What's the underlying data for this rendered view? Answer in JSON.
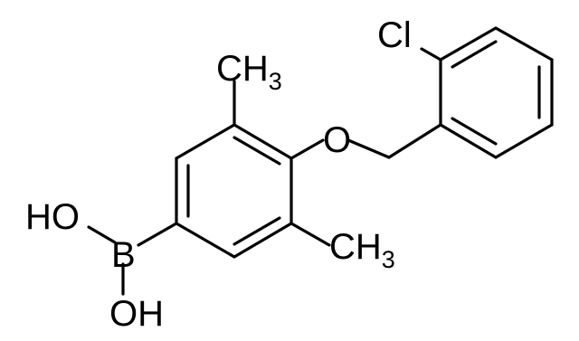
{
  "molecule": {
    "labels": {
      "cl": "Cl",
      "o": "O",
      "b": "B",
      "oh_top": "HO",
      "oh_bottom": "OH",
      "methyl_top_c": "CH",
      "methyl_top_sub": "3",
      "methyl_bottom_c": "CH",
      "methyl_bottom_sub": "3"
    }
  }
}
